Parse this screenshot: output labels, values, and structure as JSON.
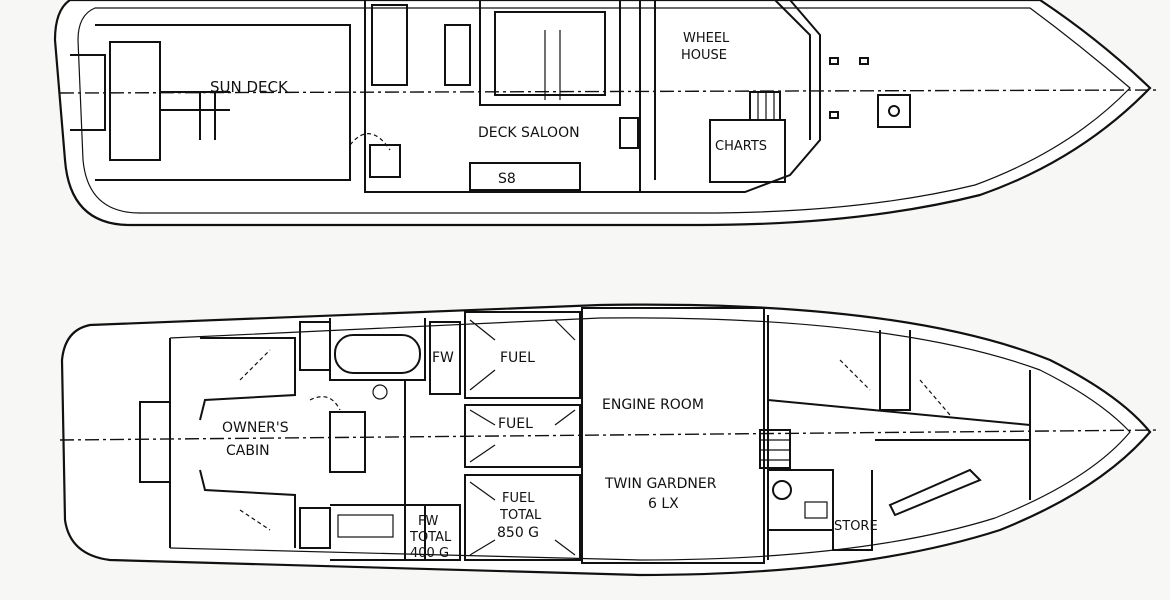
{
  "upper_deck": {
    "sun_deck": "SUN DECK",
    "deck_saloon": "DECK SALOON",
    "wheel_house_line1": "WHEEL",
    "wheel_house_line2": "HOUSE",
    "charts": "CHARTS",
    "saloon_seat": "S8"
  },
  "lower_deck": {
    "owners_cabin_line1": "OWNER'S",
    "owners_cabin_line2": "CABIN",
    "fw_tank": "FW",
    "fuel_tank_1": "FUEL",
    "fuel_tank_2": "FUEL",
    "fuel_tank_3_line1": "FUEL",
    "fuel_total_line": "TOTAL",
    "fuel_total_value": "850 G",
    "fw_total_line1": "FW",
    "fw_total_line2": "TOTAL",
    "fw_total_value": "400 G",
    "engine_room": "ENGINE ROOM",
    "engines_line1": "TWIN GARDNER",
    "engines_line2": "6 LX",
    "store": "STORE"
  }
}
